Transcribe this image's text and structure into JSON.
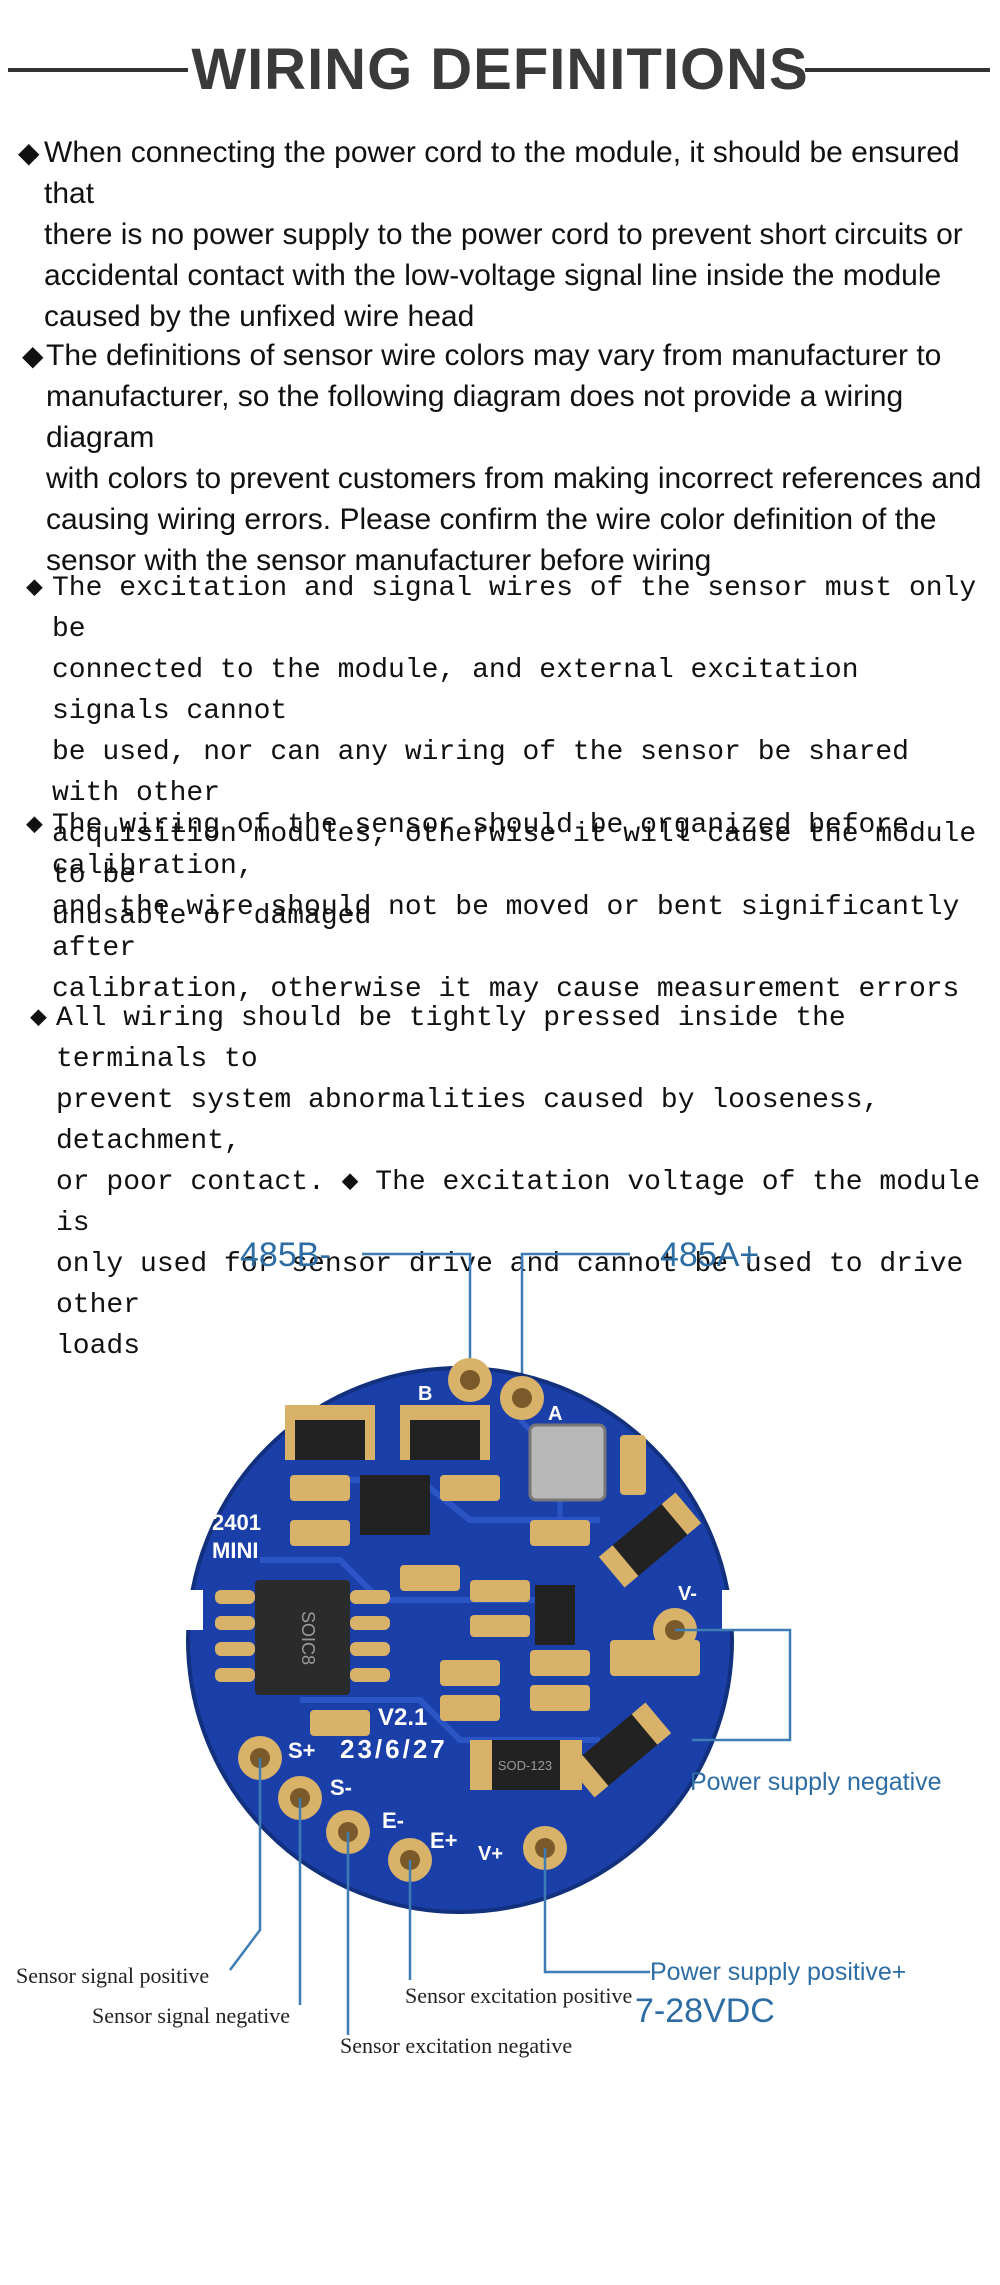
{
  "title": "WIRING DEFINITIONS",
  "bullet_char": "◆",
  "paragraphs": [
    {
      "text": "When connecting the power cord to the module, it should be ensured that\nthere is no power supply to the power cord to prevent short circuits or\naccidental contact with the low-voltage signal line inside the module\ncaused by the unfixed wire head"
    },
    {
      "text": "The definitions of sensor wire colors may vary from manufacturer to\nmanufacturer, so the following diagram does not provide a wiring diagram\nwith colors to prevent customers from making incorrect references and\ncausing wiring errors. Please confirm the wire color definition of the\nsensor with the sensor manufacturer before wiring"
    },
    {
      "text": "The excitation and signal wires of the sensor must only be\nconnected to the module, and external excitation signals cannot\nbe used, nor can any wiring of the sensor be shared with other\nacquisition modules, otherwise it will cause the module to be\nunusable or damaged"
    },
    {
      "text": "The wiring of the sensor should be organized before calibration,\nand the wire should not be moved or bent significantly after\ncalibration, otherwise it may cause measurement errors"
    },
    {
      "text": " All wiring should be tightly pressed inside the terminals to\n prevent system abnormalities caused by looseness, detachment,\n or poor contact. ◆ The excitation voltage of the module is\n only used for sensor drive and cannot be used to drive other\n loads"
    }
  ],
  "diagram": {
    "labels": {
      "rs485_b": "485B-",
      "rs485_a": "485A+",
      "power_negative": "Power supply negative",
      "power_positive": "Power supply positive+",
      "voltage_range": "7-28VDC",
      "sensor_signal_positive": "Sensor signal positive",
      "sensor_signal_negative": "Sensor signal negative",
      "sensor_excitation_positive": "Sensor excitation positive",
      "sensor_excitation_negative": "Sensor excitation negative"
    },
    "board_silkscreen": {
      "model": "2401",
      "model_sub": "MINI",
      "chip": "SOIC8",
      "version": "V2.1",
      "date": "23/6/27",
      "diode": "SOD-123",
      "pad_b": "B",
      "pad_a": "A",
      "pad_vneg": "V-",
      "pad_vpos": "V+",
      "pad_sp": "S+",
      "pad_sn": "S-",
      "pad_en": "E-",
      "pad_ep": "E+"
    },
    "colors": {
      "label_blue": "#2e6da4",
      "board_blue": "#1b3fa8",
      "pad_gold": "#d9b26a",
      "leader_line": "#3d7cb5"
    }
  }
}
